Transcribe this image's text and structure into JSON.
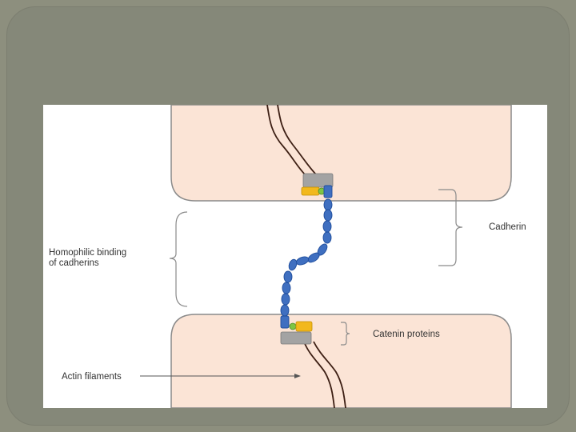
{
  "diagram": {
    "labels": {
      "homophilic_line1": "Homophilic binding",
      "homophilic_line2": "of cadherins",
      "cadherin": "Cadherin",
      "catenin": "Catenin proteins",
      "actin": "Actin filaments"
    },
    "colors": {
      "slide_background": "#8d8f7e",
      "panel_background": "#ffffff",
      "cell_fill": "#fbe4d6",
      "cell_outline": "#8a8a8a",
      "cadherin_blue": "#3f6fc0",
      "cadherin_outline": "#1f4d9c",
      "catenin_gray": "#a3a3a3",
      "catenin_yellow": "#f2b81c",
      "catenin_green": "#7ec544",
      "actin_brown": "#3d1f14"
    }
  }
}
